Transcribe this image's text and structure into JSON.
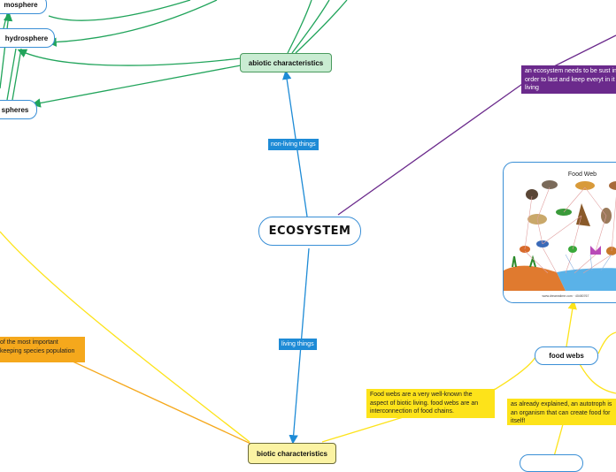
{
  "nodes": {
    "central": "ECOSYSTEM",
    "abiotic": "abiotic characteristics",
    "biotic": "biotic characteristics",
    "atmosphere": "mosphere",
    "hydrosphere": "hydrosphere",
    "spheres": "spheres",
    "food_webs": "food webs"
  },
  "edge_labels": {
    "non_living": "non-living things",
    "living": "living things"
  },
  "notes": {
    "sustain": "an ecosystem needs to be sust in order to last and keep everyt in it living",
    "food_webs_desc": "Food webs are a very well-known the aspect of biotic living. food webs are an interconnection of food chains.",
    "autotroph": "as already explained, an autotroph is an organism that can create food for itself!",
    "important": "of the most important keeping species population"
  },
  "image": {
    "title": "Food Web",
    "footer": "www.dreamstime.com · 40450767"
  },
  "colors": {
    "blue": "#1e8bd6",
    "green": "#21a45b",
    "purple": "#6b2a8c",
    "yellow": "#fde31a",
    "orange": "#f5a81c"
  }
}
